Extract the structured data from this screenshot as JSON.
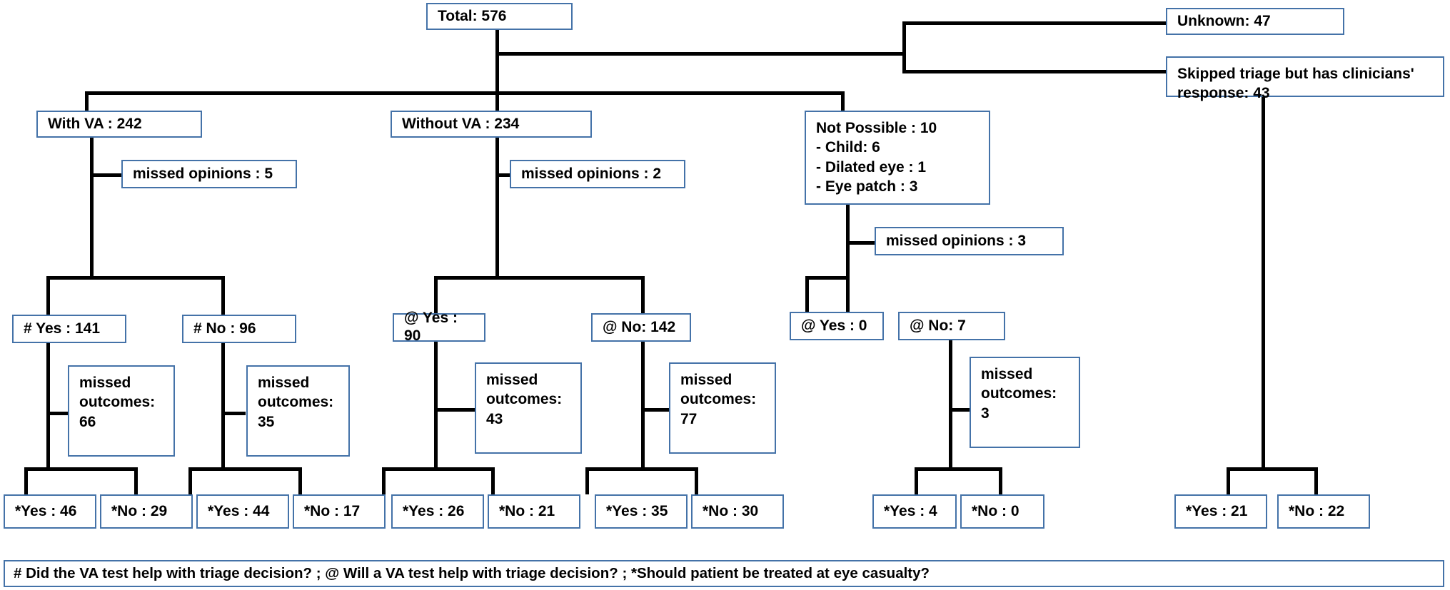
{
  "diagram": {
    "title": "Triage study patient flow",
    "accent_color": "#4472a8",
    "line_color": "#000000",
    "background": "#ffffff"
  },
  "nodes": {
    "total": "Total: 576",
    "unknown": "Unknown: 47",
    "skipped": "Skipped triage but has clinicians'\nresponse: 43",
    "with_va": "With VA : 242",
    "without_va": "Without VA : 234",
    "not_possible": "Not Possible : 10\n-    Child: 6\n-    Dilated eye : 1\n-    Eye patch : 3",
    "missed_opinions_with_va": "missed opinions : 5",
    "missed_opinions_without_va": "missed opinions : 2",
    "missed_opinions_not_possible": "missed opinions : 3",
    "hash_yes": "# Yes : 141",
    "hash_no": "# No : 96",
    "at_yes_without": "@ Yes : 90",
    "at_no_without": "@ No: 142",
    "at_yes_np": "@ Yes : 0",
    "at_no_np": "@ No: 7",
    "missed_outcomes_hash_yes": "missed\noutcomes:\n66",
    "missed_outcomes_hash_no": "missed\noutcomes:\n35",
    "missed_outcomes_at_yes": "missed\noutcomes:\n43",
    "missed_outcomes_at_no": "missed\noutcomes:\n77",
    "missed_outcomes_np_no": "missed\noutcomes:\n3",
    "star_yes_1": "*Yes : 46",
    "star_no_1": "*No : 29",
    "star_yes_2": "*Yes : 44",
    "star_no_2": "*No : 17",
    "star_yes_3": "*Yes : 26",
    "star_no_3": "*No : 21",
    "star_yes_4": "*Yes : 35",
    "star_no_4": "*No : 30",
    "star_yes_5": "*Yes : 4",
    "star_no_5": "*No : 0",
    "star_yes_6": "*Yes : 21",
    "star_no_6": "*No : 22"
  },
  "legend": {
    "text": "# Did the VA test help with triage decision?  ; @ Will a VA test help with triage decision?  ; *Should patient be treated at eye casualty?"
  },
  "chart_data": {
    "type": "tree",
    "title": "Triage study patient flow (n = 576)",
    "root": {
      "label": "Total",
      "value": 576,
      "children": [
        {
          "label": "With VA",
          "value": 242,
          "annotations": [
            {
              "label": "missed opinions",
              "value": 5
            }
          ],
          "children": [
            {
              "label": "# Yes",
              "value": 141,
              "annotations": [
                {
                  "label": "missed outcomes",
                  "value": 66
                }
              ],
              "children": [
                {
                  "label": "*Yes",
                  "value": 46
                },
                {
                  "label": "*No",
                  "value": 29
                }
              ]
            },
            {
              "label": "# No",
              "value": 96,
              "annotations": [
                {
                  "label": "missed outcomes",
                  "value": 35
                }
              ],
              "children": [
                {
                  "label": "*Yes",
                  "value": 44
                },
                {
                  "label": "*No",
                  "value": 17
                }
              ]
            }
          ]
        },
        {
          "label": "Without VA",
          "value": 234,
          "annotations": [
            {
              "label": "missed opinions",
              "value": 2
            }
          ],
          "children": [
            {
              "label": "@ Yes",
              "value": 90,
              "annotations": [
                {
                  "label": "missed outcomes",
                  "value": 43
                }
              ],
              "children": [
                {
                  "label": "*Yes",
                  "value": 26
                },
                {
                  "label": "*No",
                  "value": 21
                }
              ]
            },
            {
              "label": "@ No",
              "value": 142,
              "annotations": [
                {
                  "label": "missed outcomes",
                  "value": 77
                }
              ],
              "children": [
                {
                  "label": "*Yes",
                  "value": 35
                },
                {
                  "label": "*No",
                  "value": 30
                }
              ]
            }
          ]
        },
        {
          "label": "Not Possible",
          "value": 10,
          "breakdown": [
            {
              "label": "Child",
              "value": 6
            },
            {
              "label": "Dilated eye",
              "value": 1
            },
            {
              "label": "Eye patch",
              "value": 3
            }
          ],
          "annotations": [
            {
              "label": "missed opinions",
              "value": 3
            }
          ],
          "children": [
            {
              "label": "@ Yes",
              "value": 0
            },
            {
              "label": "@ No",
              "value": 7,
              "annotations": [
                {
                  "label": "missed outcomes",
                  "value": 3
                }
              ],
              "children": [
                {
                  "label": "*Yes",
                  "value": 4
                },
                {
                  "label": "*No",
                  "value": 0
                }
              ]
            }
          ]
        },
        {
          "label": "Unknown",
          "value": 47
        },
        {
          "label": "Skipped triage but has clinicians' response",
          "value": 43,
          "children": [
            {
              "label": "*Yes",
              "value": 21
            },
            {
              "label": "*No",
              "value": 22
            }
          ]
        }
      ]
    },
    "legend_keys": [
      {
        "symbol": "#",
        "text": "Did the VA test help with triage decision?"
      },
      {
        "symbol": "@",
        "text": "Will a VA test help with triage decision?"
      },
      {
        "symbol": "*",
        "text": "Should patient be treated at eye casualty?"
      }
    ]
  }
}
